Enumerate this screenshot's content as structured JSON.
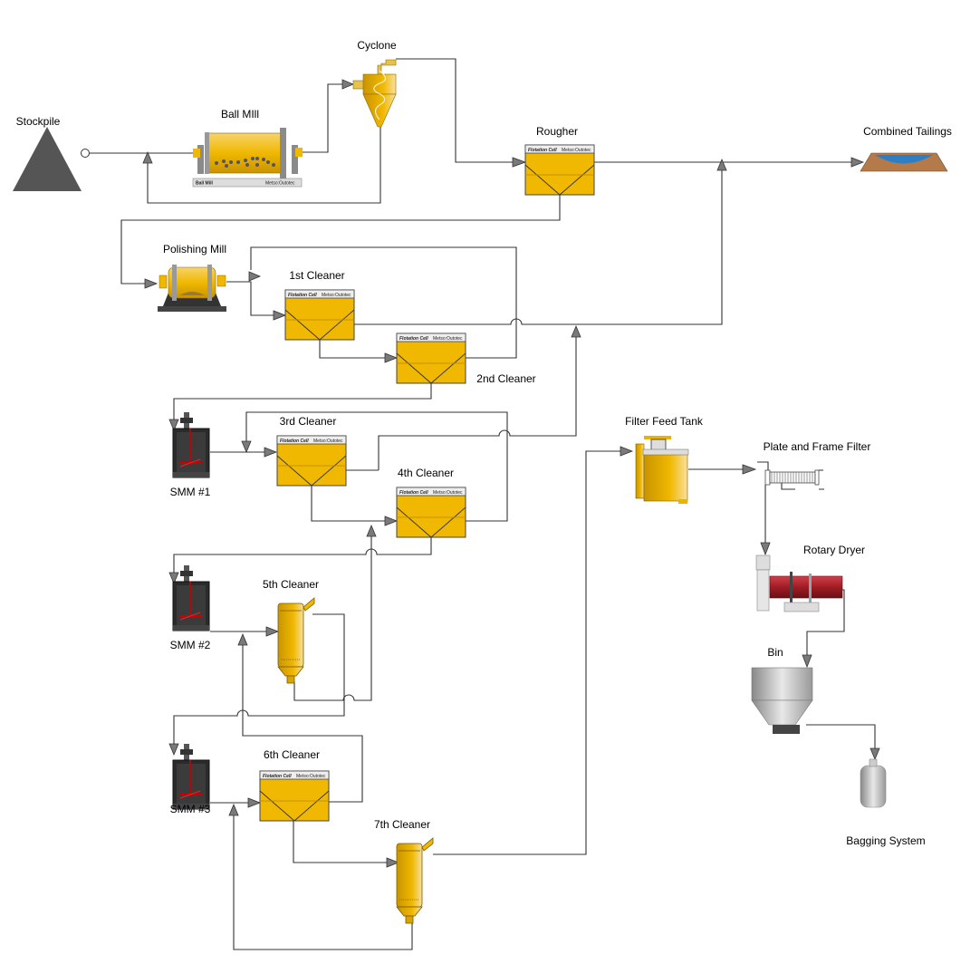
{
  "diagram": {
    "equipment": {
      "stockpile": "Stockpile",
      "ball_mill": "Ball MIll",
      "cyclone": "Cyclone",
      "rougher": "Rougher",
      "combined_tailings": "Combined Tailings",
      "polishing_mill": "Polishing Mill",
      "cleaner1": "1st Cleaner",
      "cleaner2": "2nd Cleaner",
      "cleaner3": "3rd Cleaner",
      "cleaner4": "4th Cleaner",
      "cleaner5": "5th Cleaner",
      "cleaner6": "6th Cleaner",
      "cleaner7": "7th Cleaner",
      "smm1": "SMM #1",
      "smm2": "SMM #2",
      "smm3": "SMM #3",
      "filter_feed_tank": "Filter Feed Tank",
      "filter": "Plate and Frame Filter",
      "dryer": "Rotary Dryer",
      "bin": "Bin",
      "bagging": "Bagging System"
    },
    "logos": {
      "cell": "Flotation Cell",
      "brand": "Metso:Outotec",
      "mill_plate": "Ball Mill"
    },
    "colors": {
      "equipment_yellow": "#f0b800",
      "line": "#333333",
      "arrow": "#7a7a7a",
      "dryer_red": "#a01c24",
      "stockpile": "#555555"
    }
  }
}
